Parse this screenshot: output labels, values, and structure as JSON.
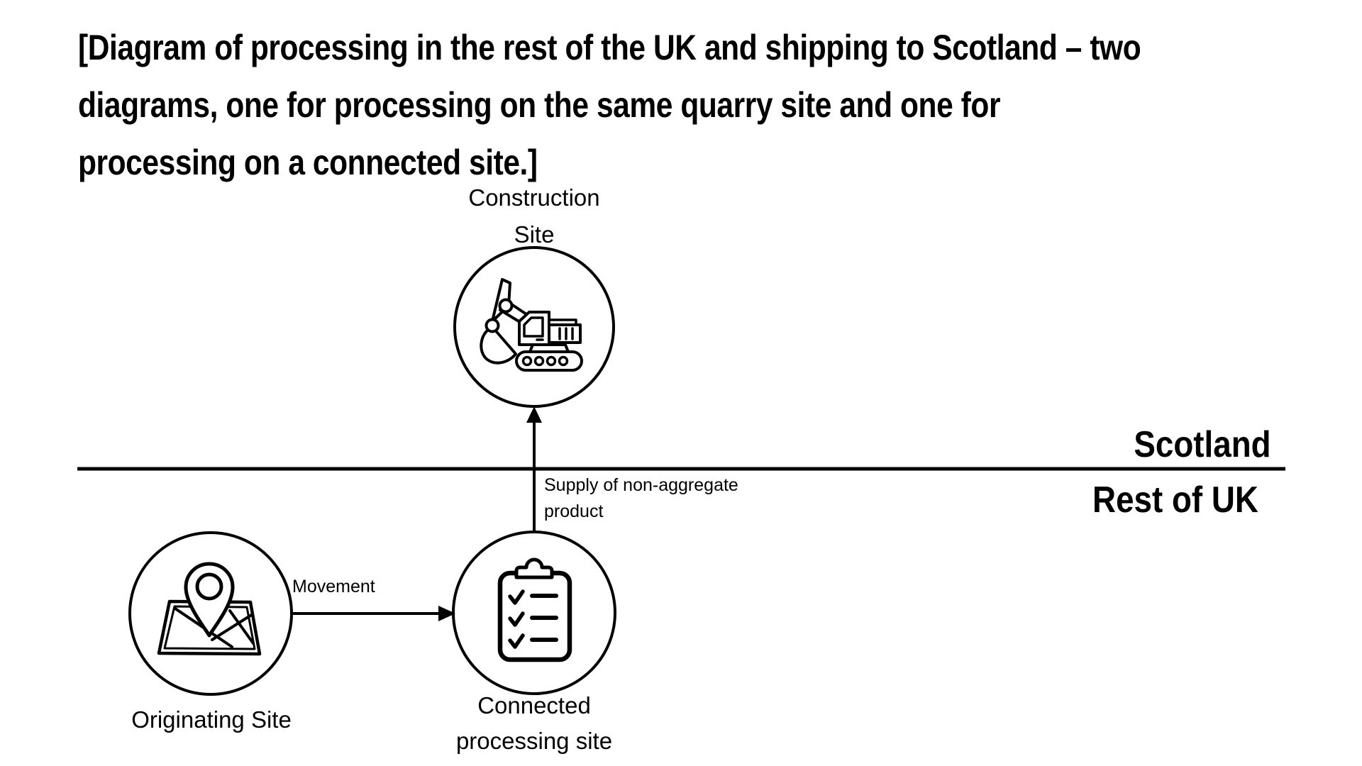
{
  "colors": {
    "ink": "#000000",
    "background": "#ffffff"
  },
  "title": {
    "lines": [
      "[Diagram of processing in the rest of the UK and shipping to Scotland – two",
      "diagrams, one for processing on the same quarry site and one for",
      "processing on a connected site.]"
    ]
  },
  "regions": {
    "scotland": "Scotland",
    "rest_of_uk": "Rest of UK"
  },
  "nodes": {
    "construction": {
      "label_line1": "Construction",
      "label_line2": "Site",
      "icon": "excavator-icon"
    },
    "originating": {
      "label": "Originating Site",
      "icon": "map-location-pin-icon"
    },
    "processing": {
      "label_line1": "Connected",
      "label_line2": "processing site",
      "icon": "checklist-clipboard-icon"
    }
  },
  "arrows": {
    "movement": {
      "label": "Movement"
    },
    "supply": {
      "label_line1": "Supply of non-aggregate",
      "label_line2": "product"
    }
  }
}
